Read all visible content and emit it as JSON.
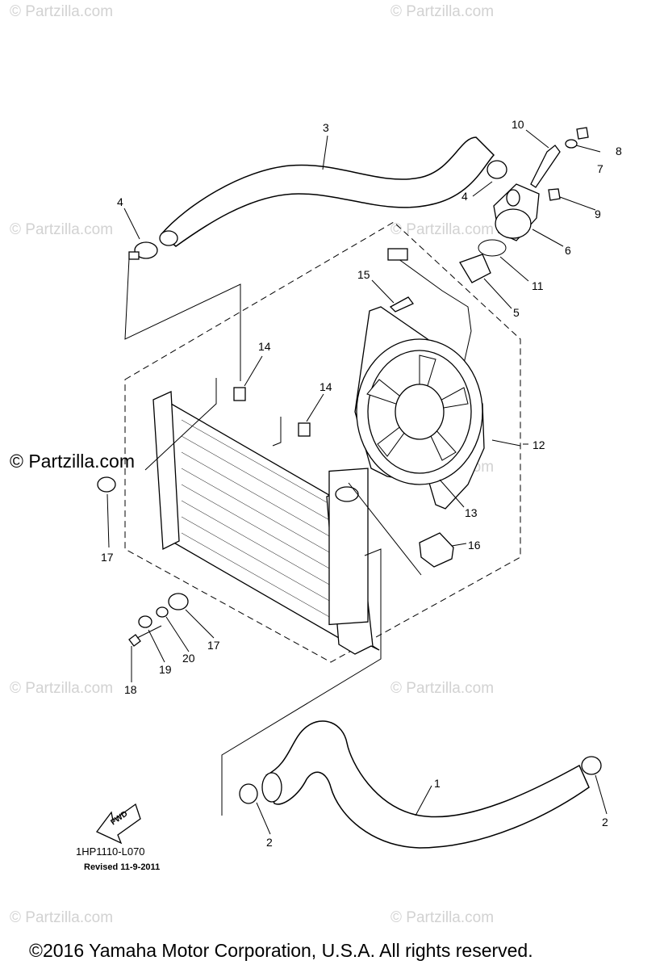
{
  "watermarks": {
    "small": "© Partzilla.com",
    "big": "© Partzilla.com"
  },
  "callouts": [
    {
      "id": "c1",
      "label": "1"
    },
    {
      "id": "c2a",
      "label": "2"
    },
    {
      "id": "c2b",
      "label": "2"
    },
    {
      "id": "c3",
      "label": "3"
    },
    {
      "id": "c4a",
      "label": "4"
    },
    {
      "id": "c4b",
      "label": "4"
    },
    {
      "id": "c5",
      "label": "5"
    },
    {
      "id": "c6",
      "label": "6"
    },
    {
      "id": "c7",
      "label": "7"
    },
    {
      "id": "c8",
      "label": "8"
    },
    {
      "id": "c9",
      "label": "9"
    },
    {
      "id": "c10",
      "label": "10"
    },
    {
      "id": "c11",
      "label": "11"
    },
    {
      "id": "c12",
      "label": "12"
    },
    {
      "id": "c13",
      "label": "13"
    },
    {
      "id": "c14a",
      "label": "14"
    },
    {
      "id": "c14b",
      "label": "14"
    },
    {
      "id": "c15",
      "label": "15"
    },
    {
      "id": "c16",
      "label": "16"
    },
    {
      "id": "c17a",
      "label": "17"
    },
    {
      "id": "c17b",
      "label": "17"
    },
    {
      "id": "c18",
      "label": "18"
    },
    {
      "id": "c19",
      "label": "19"
    },
    {
      "id": "c20",
      "label": "20"
    }
  ],
  "fwd_label": "FWD",
  "diagram_code": "1HP1110-L070",
  "revised": "Revised  11-9-2011",
  "copyright": "©2016  Yamaha Motor Corporation, U.S.A. All rights reserved.",
  "colors": {
    "ink": "#000000",
    "watermark": "#d2d2d2"
  }
}
